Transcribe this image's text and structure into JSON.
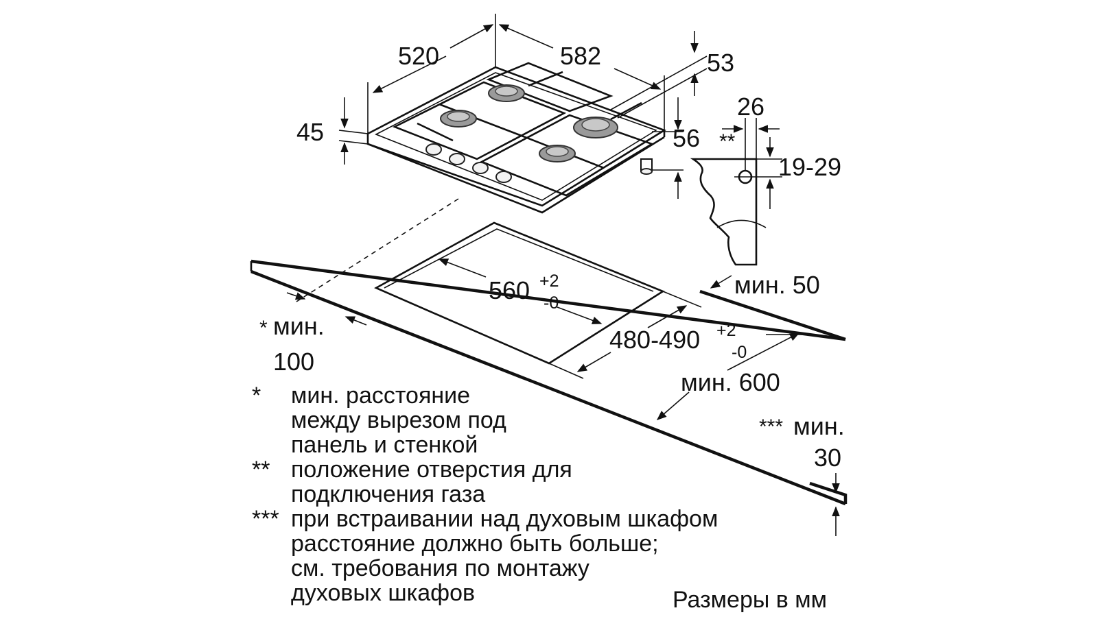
{
  "dimensions": {
    "depth": "520",
    "width": "582",
    "rear_offset": "53",
    "height": "45",
    "leg_offset": "56",
    "gas_inlet_offset": "26",
    "gas_mark": "**",
    "gas_inlet_height": "19-29",
    "cutout_width": "560",
    "cutout_width_tol_plus": "+2",
    "cutout_width_tol_minus": "-0",
    "cutout_depth": "480-490",
    "cutout_depth_tol_plus": "+2",
    "cutout_depth_tol_minus": "-0",
    "min_rear": "мин. 50",
    "min_side_mark": "*",
    "min_side_word": "мин.",
    "min_side_value": "100",
    "min_worktop": "мин. 600",
    "min_oven_mark": "***",
    "min_oven_word": "мин.",
    "min_oven_value": "30"
  },
  "legend": [
    {
      "mark": "*",
      "lines": [
        "мин. расстояние",
        "между вырезом под",
        "панель и стенкой"
      ]
    },
    {
      "mark": "**",
      "lines": [
        "положение отверстия для",
        "подключения газа"
      ]
    },
    {
      "mark": "***",
      "lines": [
        "при встраивании над духовым шкафом",
        "расстояние должно быть больше;",
        "см. требования по монтажу",
        "духовых шкафов"
      ]
    }
  ],
  "units_note": "Размеры в мм"
}
